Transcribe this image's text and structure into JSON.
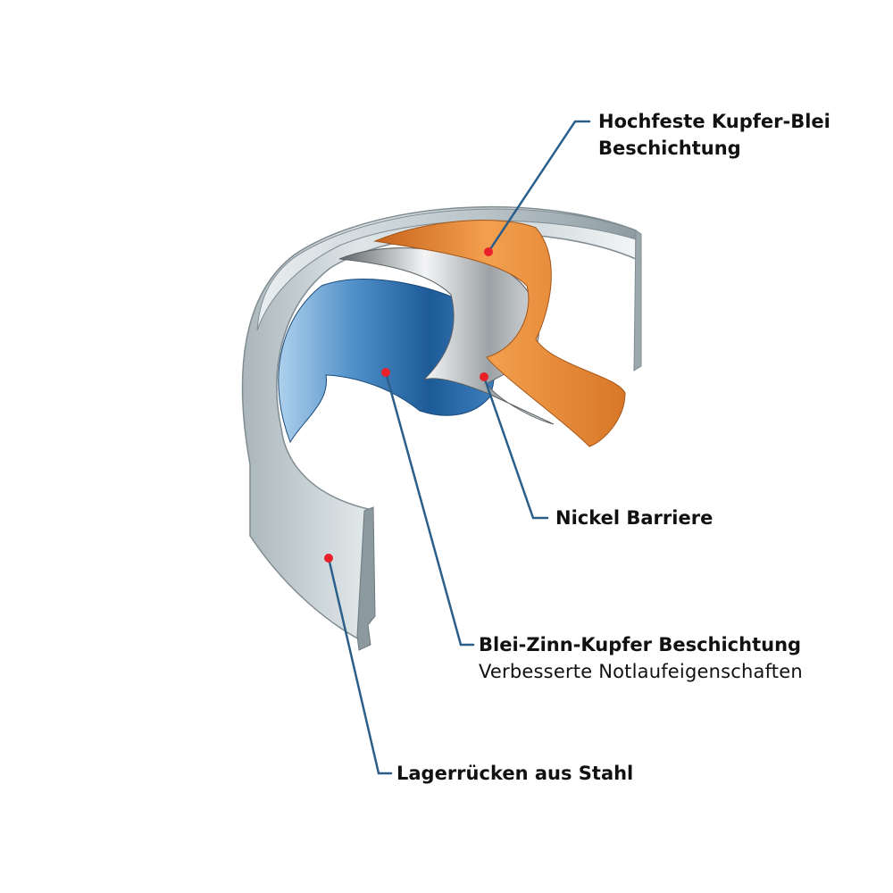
{
  "colors": {
    "leader_line": "#2b5f8a",
    "marker_dot": "#e8202a",
    "steel": "#cdd6d9",
    "copper_lead": "#e98a34",
    "nickel": "#c9ccce",
    "lead_tin_copper": "#2f6ea9"
  },
  "labels": {
    "copper_lead": {
      "line1": "Hochfeste Kupfer-Blei",
      "line2": "Beschichtung"
    },
    "nickel": {
      "line1": "Nickel Barriere"
    },
    "lead_tin_copper": {
      "line1": "Blei-Zinn-Kupfer Beschichtung",
      "line2": "Verbesserte Notlaufeigenschaften"
    },
    "steel_back": {
      "line1": "Lagerrücken aus Stahl"
    }
  }
}
